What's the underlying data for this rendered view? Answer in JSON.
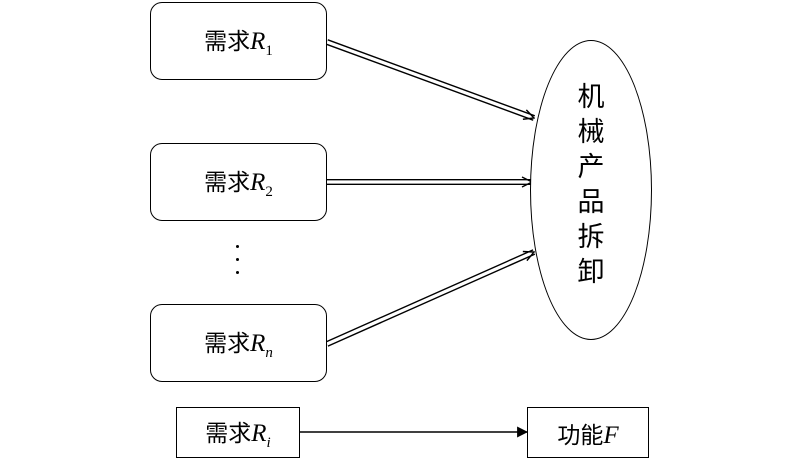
{
  "diagram": {
    "demand_nodes": [
      {
        "prefix": "需求",
        "var": "R",
        "sub": "1"
      },
      {
        "prefix": "需求",
        "var": "R",
        "sub": "2"
      },
      {
        "prefix": "需求",
        "var": "R",
        "sub": "n"
      }
    ],
    "target_chars": [
      "机",
      "械",
      "产",
      "品",
      "拆",
      "卸"
    ],
    "legend": {
      "source": {
        "prefix": "需求",
        "var": "R",
        "sub": "i"
      },
      "target": {
        "prefix": "功能",
        "var": "F"
      }
    }
  }
}
